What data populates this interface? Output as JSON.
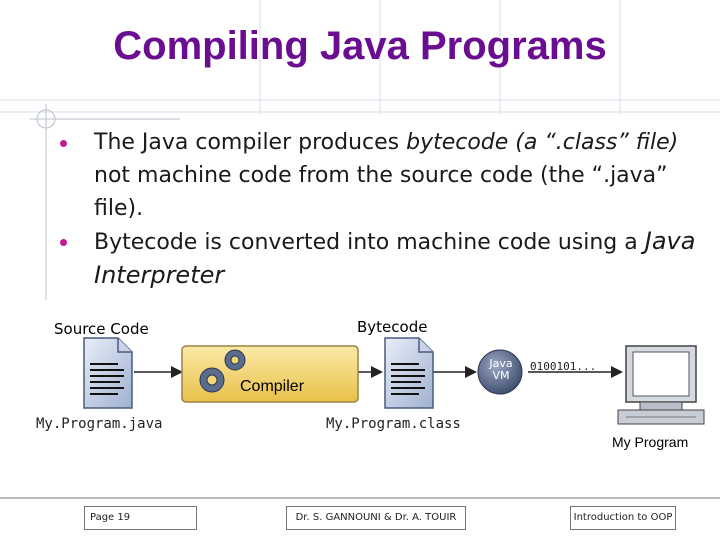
{
  "title": "Compiling Java Programs",
  "bullets": [
    {
      "p1": "The Java compiler produces ",
      "i1": "bytecode (a “.class” file)",
      "p2": " not machine code from the source code (the “.java” file)."
    },
    {
      "p1": "Bytecode is converted into machine code using a ",
      "i1": "Java Interpreter"
    }
  ],
  "diagram": {
    "source_label": "Source Code",
    "bytecode_label": "Bytecode",
    "compiler_label": "Compiler",
    "jvm_line1": "Java",
    "jvm_line2": "VM",
    "binary": "0100101...",
    "source_file": "My.Program.java",
    "class_file": "My.Program.class",
    "program_label": "My Program"
  },
  "footer": {
    "page": "Page 19",
    "authors": "Dr. S. GANNOUNI & Dr. A. TOUIR",
    "course": "Introduction to OOP"
  },
  "colors": {
    "title": "#6a0d91",
    "bullet": "#c01a90",
    "compiler_box": "#f3d676",
    "jvm_circle": "#5f6f8e"
  }
}
